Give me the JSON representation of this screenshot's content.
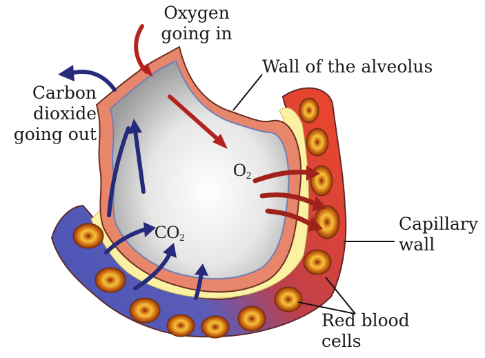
{
  "labels": {
    "oxygen_in": [
      "Oxygen",
      "going in"
    ],
    "co2_out": [
      "Carbon",
      "dioxide",
      "going out"
    ],
    "alveolus_wall": "Wall of the alveolus",
    "capillary_wall": [
      "Capillary",
      "wall"
    ],
    "red_blood_cells": [
      "Red blood",
      "cells"
    ],
    "o2": {
      "base": "O",
      "sub": "2"
    },
    "co2": {
      "base": "CO",
      "sub": "2"
    }
  },
  "colors": {
    "oxygen_arrow": "#b3221e",
    "co2_arrow": "#262a7a",
    "capillary_red": "#e8452e",
    "capillary_blue": "#4a55b5",
    "wall_cell": "#e8866b",
    "alveolus_air": "#d6d6d6",
    "fluid_layer": "#fbf1a2",
    "blood_cell_rim": "#b85f12",
    "blood_cell_center": "#8a1f0c"
  }
}
